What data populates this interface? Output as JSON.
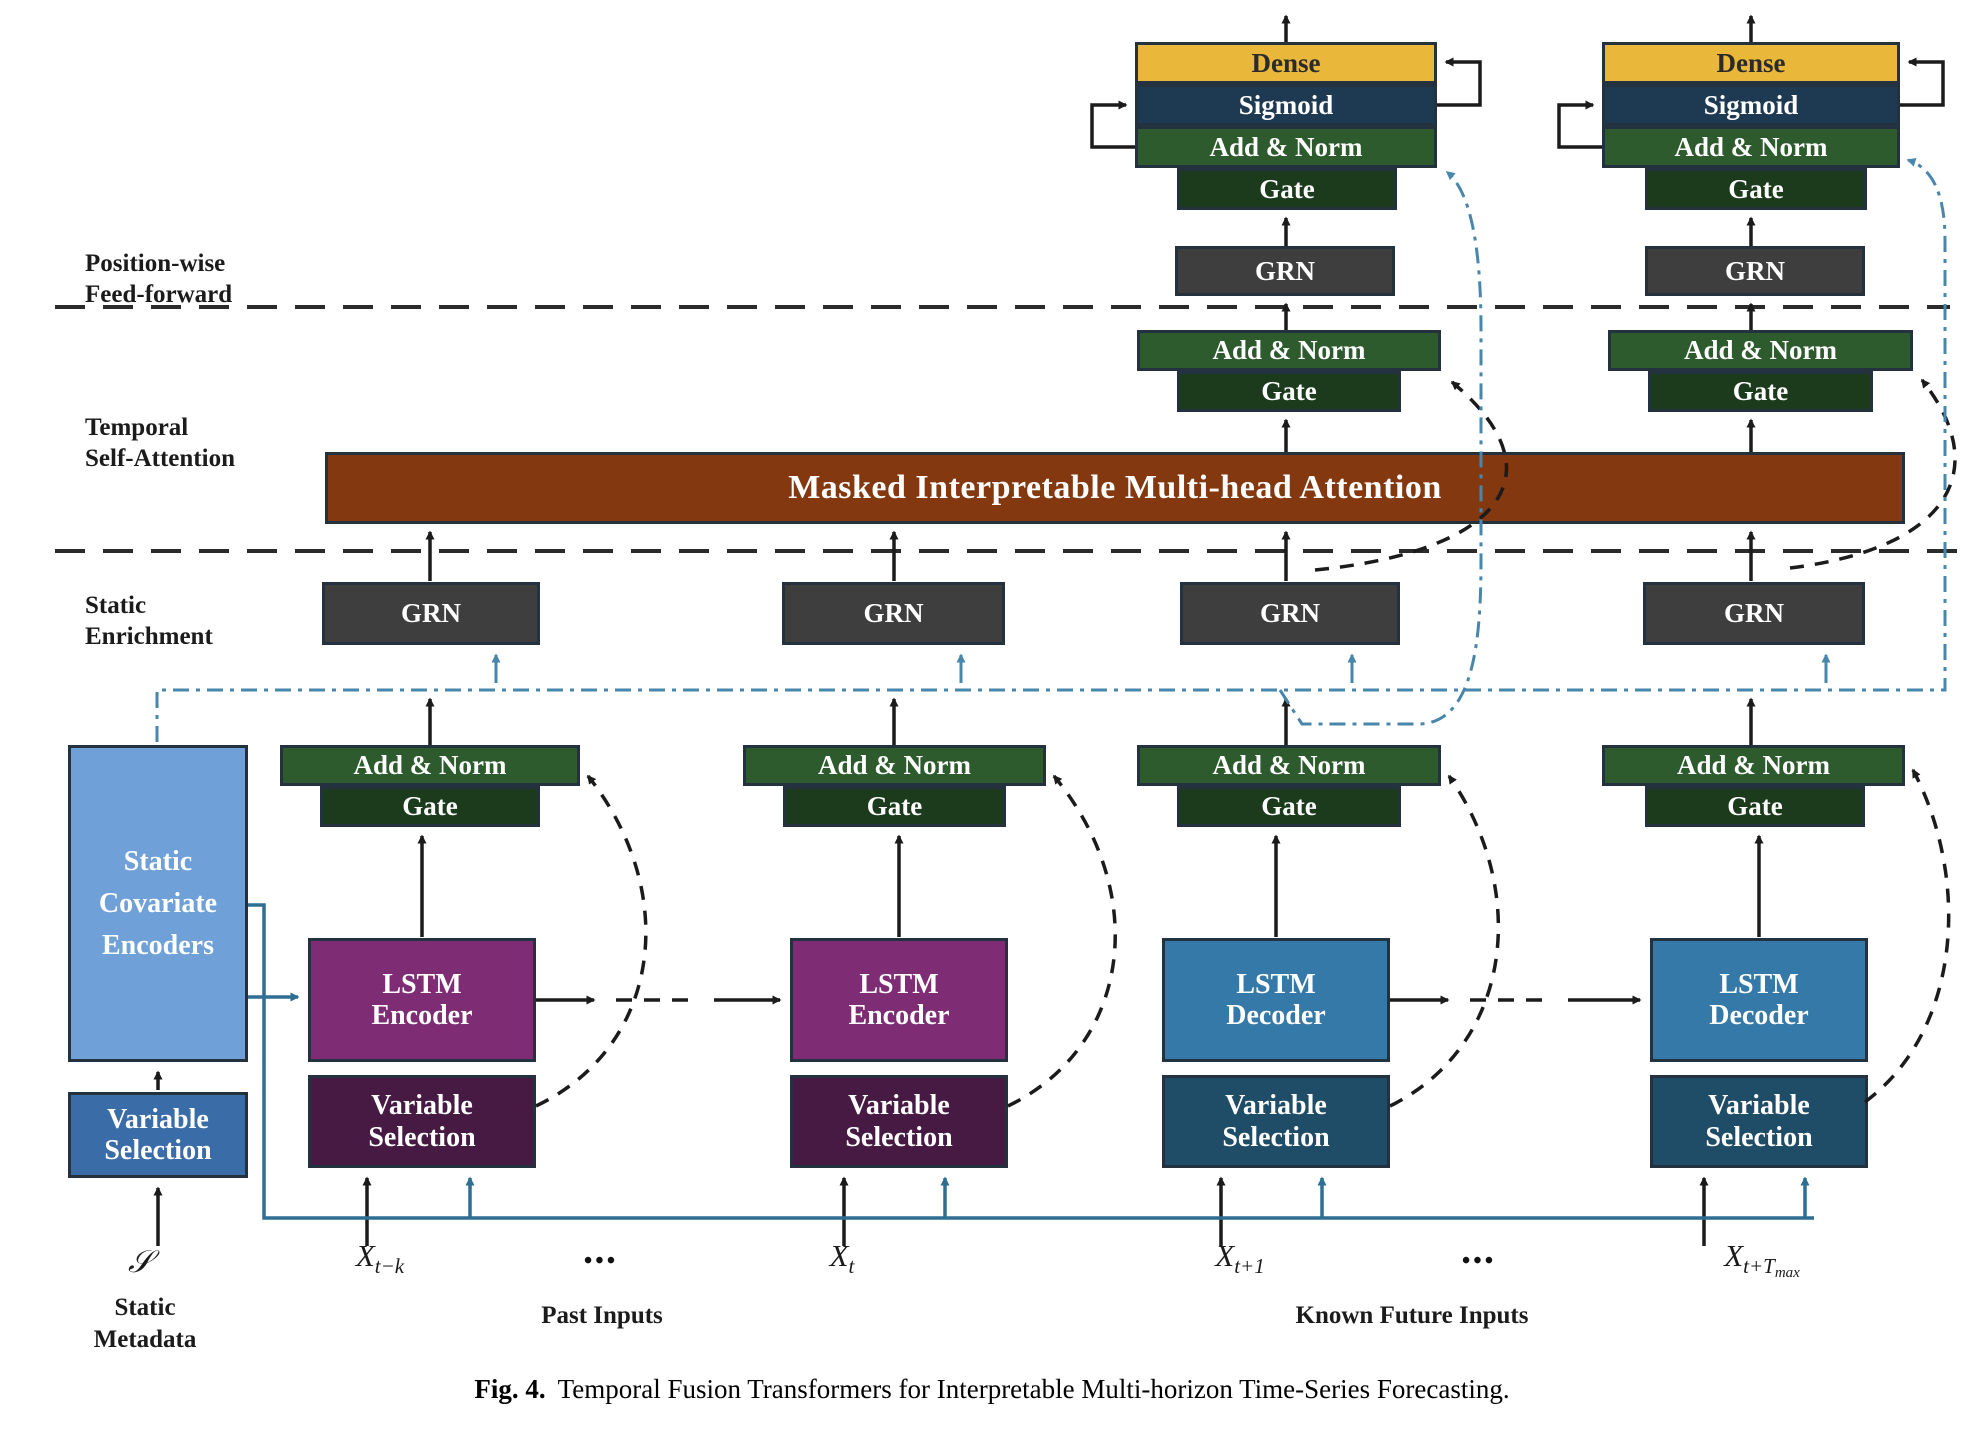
{
  "palette": {
    "dense_yellow": "#E9B83B",
    "sigmoid_navy": "#1E3A52",
    "add_norm_green": "#2D5B2D",
    "gate_dark_green": "#1C3A1C",
    "grn_gray": "#3E3E3E",
    "attention_brown": "#84380F",
    "lstm_encoder_purple": "#7E2C74",
    "vs_past_purple": "#461A43",
    "lstm_decoder_blue": "#3579A8",
    "vs_future_teal": "#1F4C66",
    "static_encoder_blue": "#6FA0D8",
    "vs_static_blue": "#3A6CA8",
    "teal_line": "#2E6E93",
    "blue_dashdot": "#4986AC",
    "box_border": "#243240",
    "black_line": "#1b1b1b"
  },
  "boxes": {
    "dense": "Dense",
    "sigmoid": "Sigmoid",
    "add_norm": "Add & Norm",
    "gate": "Gate",
    "grn": "GRN",
    "attention": "Masked Interpretable Multi-head Attention",
    "lstm_encoder": {
      "line1": "LSTM",
      "line2": "Encoder"
    },
    "lstm_decoder": {
      "line1": "LSTM",
      "line2": "Decoder"
    },
    "variable_selection": {
      "line1": "Variable",
      "line2": "Selection"
    },
    "static_covariate_encoders": {
      "line1": "Static",
      "line2": "Covariate",
      "line3": "Encoders"
    }
  },
  "section_labels": {
    "feed_forward": {
      "line1": "Position-wise",
      "line2": "Feed-forward"
    },
    "self_attention": {
      "line1": "Temporal",
      "line2": "Self-Attention"
    },
    "static_enrichment": {
      "line1": "Static",
      "line2": "Enrichment"
    }
  },
  "inputs": {
    "static_symbol": "𝒮",
    "static_label": {
      "line1": "Static",
      "line2": "Metadata"
    },
    "x_past_start": {
      "base": "X",
      "sub": "t−k"
    },
    "x_past_end": {
      "base": "X",
      "sub": "t"
    },
    "x_future_start": {
      "base": "X",
      "sub": "t+1"
    },
    "x_future_end": {
      "base": "X",
      "sub": "t+T",
      "subsub": "max"
    },
    "ellipsis": "•••",
    "past_group": "Past Inputs",
    "future_group": "Known Future Inputs"
  },
  "caption": {
    "fig": "Fig. 4.",
    "text": "Temporal Fusion Transformers for Interpretable Multi-horizon Time-Series Forecasting."
  }
}
